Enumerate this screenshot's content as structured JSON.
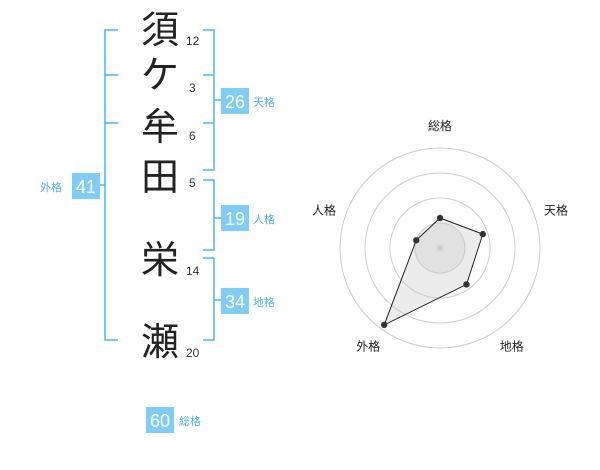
{
  "name": {
    "chars": [
      {
        "char": "須",
        "strokes": "12"
      },
      {
        "char": "ケ",
        "strokes": "3"
      },
      {
        "char": "牟",
        "strokes": "6"
      },
      {
        "char": "田",
        "strokes": "5"
      },
      {
        "char": "栄",
        "strokes": "14"
      },
      {
        "char": "瀬",
        "strokes": "20"
      }
    ]
  },
  "kaku": {
    "tenkaku": {
      "value": "26",
      "label": "天格"
    },
    "jinkaku": {
      "value": "19",
      "label": "人格"
    },
    "chikaku": {
      "value": "34",
      "label": "地格"
    },
    "gaikaku": {
      "value": "41",
      "label": "外格"
    },
    "soukaku": {
      "value": "60",
      "label": "総格"
    }
  },
  "radar": {
    "axes": [
      "総格",
      "天格",
      "地格",
      "外格",
      "人格"
    ],
    "values": [
      0.3,
      0.45,
      0.45,
      0.95,
      0.25
    ]
  },
  "colors": {
    "accent": "#7fcdf5",
    "bracket": "#4fb3f0",
    "text": "#222222"
  }
}
